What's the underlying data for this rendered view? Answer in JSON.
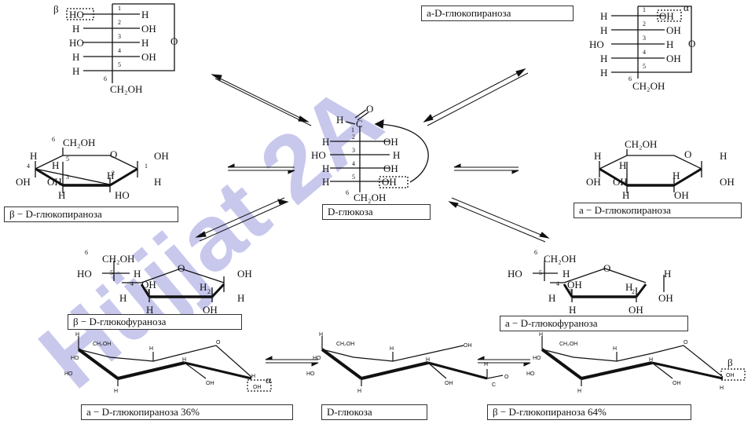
{
  "labels": {
    "alpha_pyranose_top": "a-D-глюкопираноза",
    "beta_pyranose_left": "β − D-глюкопираноза",
    "glucose_center": "D-глюкоза",
    "alpha_pyranose_right": "a − D-глюкопираноза",
    "beta_furanose": "β − D-глюкофураноза",
    "alpha_furanose": "a − D-глюкофураноза",
    "alpha_pyranose_pct": "a − D-глюкопираноза 36%",
    "glucose_bottom": "D-глюкоза",
    "beta_pyranose_pct": "β − D-глюкопираноза 64%"
  },
  "watermark": {
    "text": "Hüjjat 2A",
    "color": "#b4b4e6"
  },
  "atoms": {
    "H": "H",
    "OH": "OH",
    "HO": "HO",
    "O": "O",
    "C": "C",
    "CH2OH": "CH₂OH",
    "alpha": "α",
    "beta": "β",
    "n1": "1",
    "n2": "2",
    "n3": "3",
    "n4": "4",
    "n5": "5",
    "n6": "6"
  }
}
